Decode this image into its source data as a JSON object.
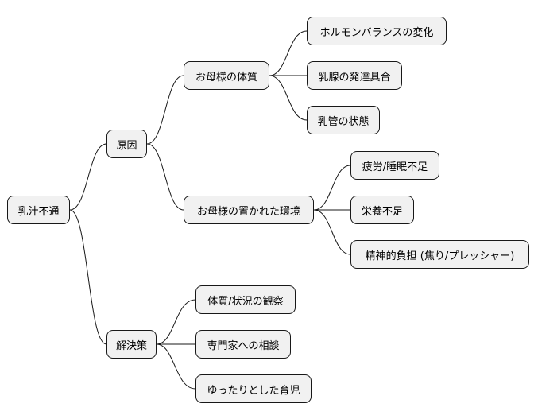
{
  "mindmap": {
    "root": "乳汁不通",
    "branches": [
      {
        "label": "原因",
        "children": [
          {
            "label": "お母様の体質",
            "children": [
              "ホルモンバランスの変化",
              "乳腺の発達具合",
              "乳管の状態"
            ]
          },
          {
            "label": "お母様の置かれた環境",
            "children": [
              "疲労/睡眠不足",
              "栄養不足",
              "精神的負担 (焦り/プレッシャー)"
            ]
          }
        ]
      },
      {
        "label": "解決策",
        "children": [
          "体質/状況の観察",
          "専門家への相談",
          "ゆったりとした育児"
        ]
      }
    ]
  },
  "style": {
    "node_fill": "#f1f1f1",
    "node_border": "#181818",
    "line_color": "#181818"
  }
}
